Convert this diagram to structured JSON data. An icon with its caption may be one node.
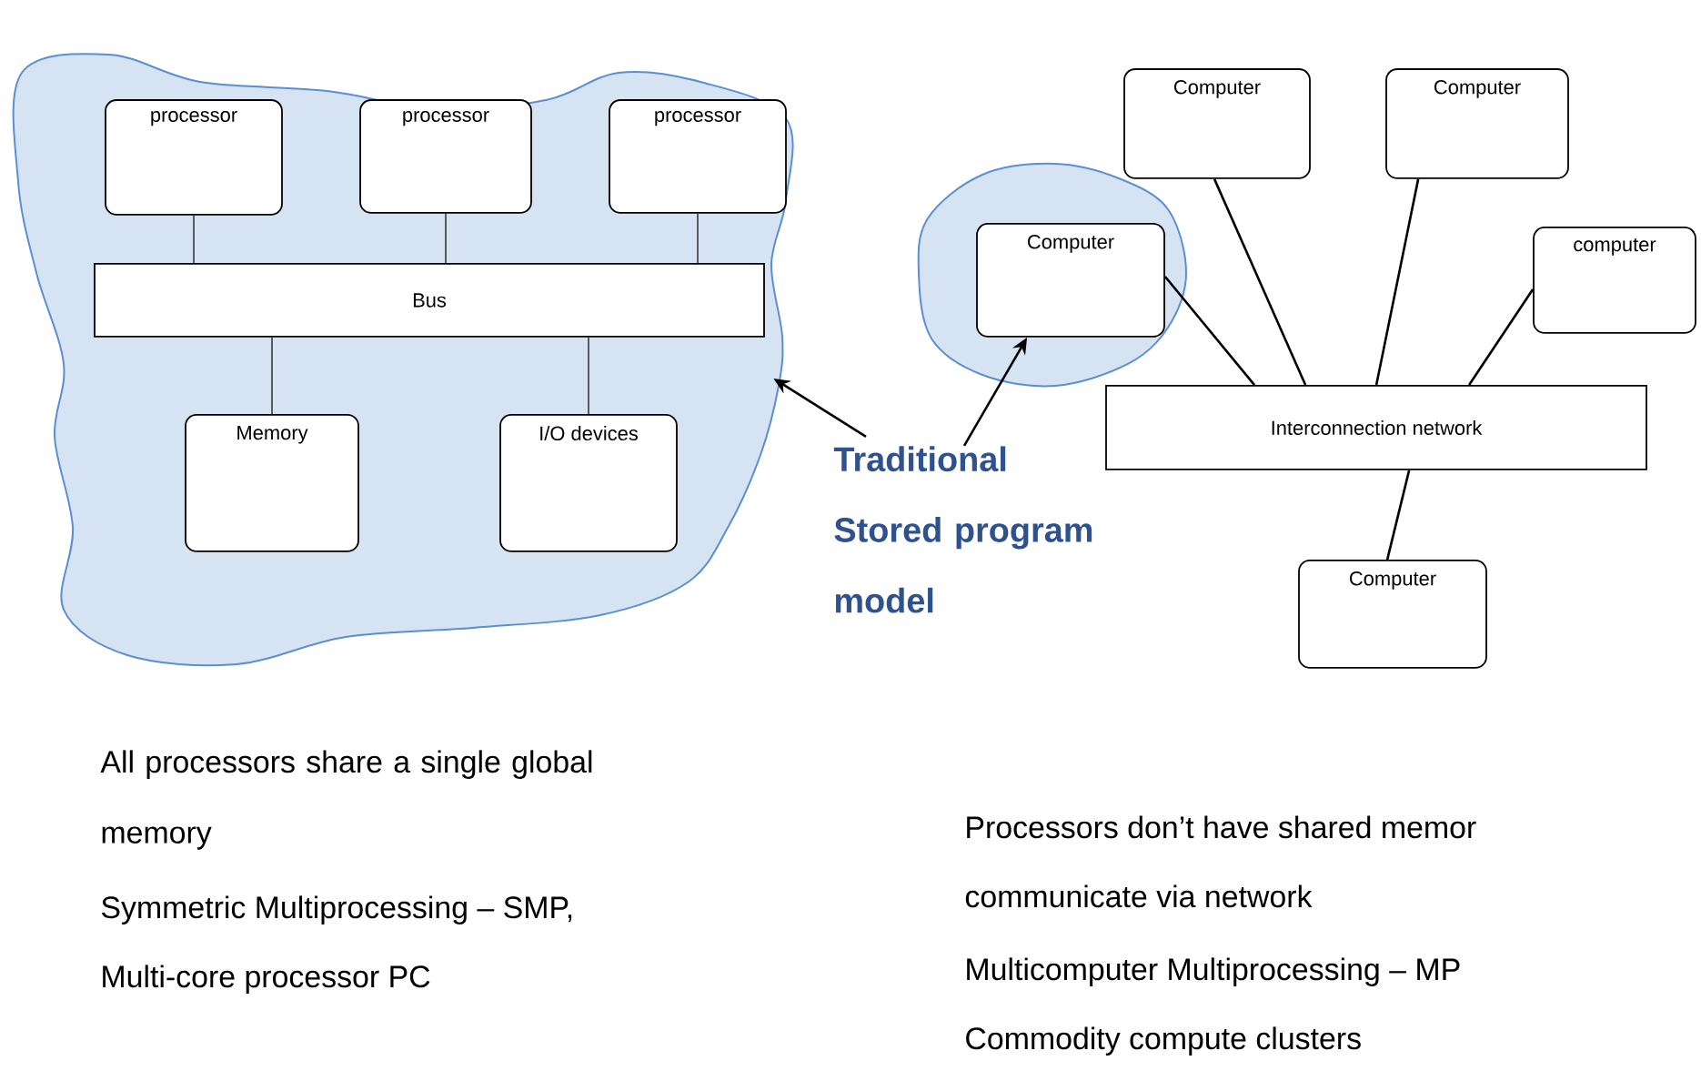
{
  "diagram": {
    "nodes": [
      {
        "text": [],
        "shape": "cloud"
      },
      {
        "text": [
          "processor"
        ],
        "in": 0
      },
      {
        "text": [
          "processor"
        ],
        "in": 0
      },
      {
        "text": [
          "processor"
        ],
        "in": 0
      },
      {
        "text": [
          "Bus"
        ],
        "in": 0
      },
      {
        "text": [
          "Memory"
        ],
        "in": 0
      },
      {
        "text": [
          "I/O devices"
        ],
        "in": 0
      },
      {
        "text": [
          "Traditional Stored program model"
        ]
      },
      {
        "text": [],
        "shape": "cloud"
      },
      {
        "text": [
          "Computer"
        ],
        "in": 8
      },
      {
        "text": [
          "Computer"
        ]
      },
      {
        "text": [
          "Computer"
        ]
      },
      {
        "text": [
          "computer"
        ]
      },
      {
        "text": [
          "Interconnection network"
        ]
      },
      {
        "text": [
          "Computer"
        ]
      }
    ],
    "edges": [
      {
        "from": 1,
        "to": 4,
        "arrow": "none"
      },
      {
        "from": 2,
        "to": 4,
        "arrow": "none"
      },
      {
        "from": 3,
        "to": 4,
        "arrow": "none"
      },
      {
        "from": 4,
        "to": 5,
        "arrow": "none"
      },
      {
        "from": 4,
        "to": 6,
        "arrow": "none"
      },
      {
        "from": 7,
        "to": 0,
        "arrow": "to"
      },
      {
        "from": 7,
        "to": 9,
        "arrow": "to"
      },
      {
        "from": 9,
        "to": 13,
        "arrow": "none"
      },
      {
        "from": 10,
        "to": 13,
        "arrow": "none"
      },
      {
        "from": 11,
        "to": 13,
        "arrow": "none"
      },
      {
        "from": 12,
        "to": 13,
        "arrow": "none"
      },
      {
        "from": 13,
        "to": 14,
        "arrow": "none"
      }
    ],
    "labels": [
      "All processors share a single global memory",
      "Symmetric Multiprocessing – SMP,",
      "Multi-core processor PC",
      "Processors don’t have shared memor",
      "communicate via network",
      "Multicomputer Multiprocessing – MP",
      "Commodity compute clusters"
    ]
  }
}
